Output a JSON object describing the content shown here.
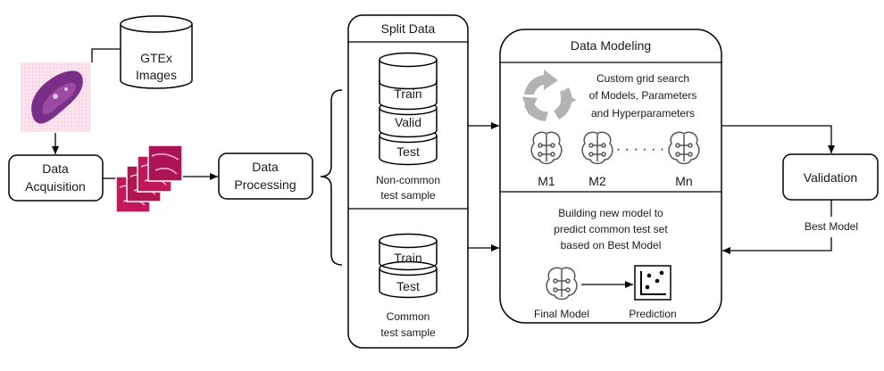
{
  "gtex": {
    "line1": "GTEx",
    "line2": "Images"
  },
  "acquisition": {
    "line1": "Data",
    "line2": "Acquisition"
  },
  "processing": {
    "line1": "Data",
    "line2": "Processing"
  },
  "split": {
    "title": "Split Data",
    "upper_cyl": [
      "Train",
      "Valid",
      "Test"
    ],
    "upper_caption": [
      "Non-common",
      "test sample"
    ],
    "lower_cyl": [
      "Train",
      "Test"
    ],
    "lower_caption": [
      "Common",
      "test sample"
    ]
  },
  "modeling": {
    "title": "Data Modeling",
    "search_text": [
      "Custom grid search",
      "of Models, Parameters",
      "and Hyperparameters"
    ],
    "models": [
      "M1",
      "M2",
      "Mn"
    ],
    "ellipsis": "· · · · · ·",
    "build_text": [
      "Building new model to",
      "predict common test set",
      "based on Best Model"
    ],
    "final_model": "Final Model",
    "prediction": "Prediction"
  },
  "validation": {
    "label": "Validation",
    "best_model": "Best Model"
  },
  "colors": {
    "stroke": "#000000",
    "cycle": "#b3b3b3",
    "tissue": "#7a2f86",
    "patch": "#c2185b"
  }
}
